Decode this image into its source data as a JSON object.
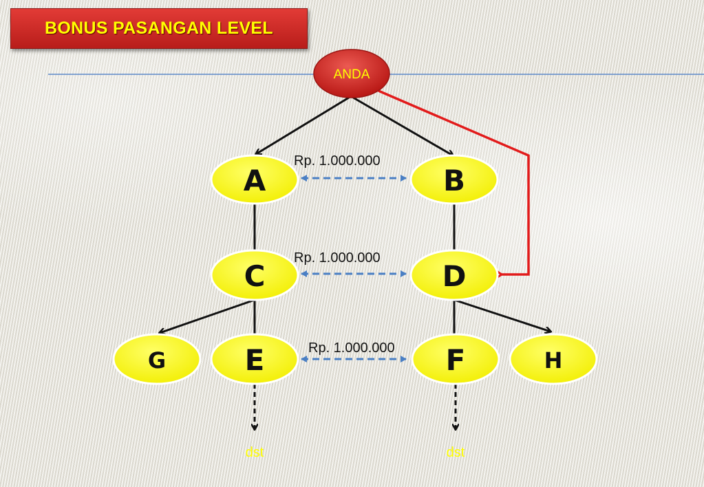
{
  "title": "BONUS PASANGAN LEVEL",
  "root": "ANDA",
  "nodes": {
    "a": "A",
    "b": "B",
    "c": "C",
    "d": "D",
    "e": "E",
    "f": "F",
    "g": "G",
    "h": "H"
  },
  "bonuses": {
    "level1": "Rp. 1.000.000",
    "level2": "Rp. 1.000.000",
    "level3": "Rp. 1.000.000"
  },
  "continuation": {
    "left": "dst",
    "right": "dst"
  },
  "colors": {
    "title_bg": "#c82723",
    "title_text": "#ffff00",
    "root_fill": "#c8201c",
    "node_fill": "#ffff00",
    "highlight_arrow": "#e21b1b",
    "pair_arrow": "#4a7fc4",
    "dst_text": "#ffff00"
  }
}
